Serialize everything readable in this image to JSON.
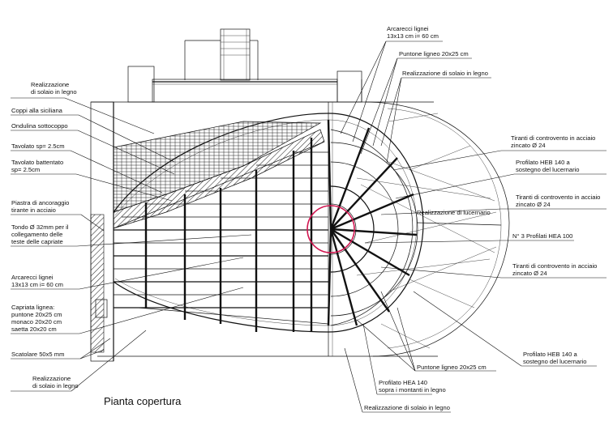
{
  "drawing_title": "Pianta copertura",
  "colors": {
    "ink": "#111111",
    "accent_circle": "#d0144f",
    "background": "#ffffff"
  },
  "labels_left": [
    {
      "lines": [
        "Realizzazione",
        "di solaio in legno"
      ]
    },
    {
      "lines": [
        "Coppi alla siciliana"
      ]
    },
    {
      "lines": [
        "Ondulina sottocoppo"
      ]
    },
    {
      "lines": [
        "Tavolato sp= 2.5cm"
      ]
    },
    {
      "lines": [
        "Tavolato battentato",
        "sp= 2.5cm"
      ]
    },
    {
      "lines": [
        "Piastra di ancoraggio",
        "tirante in acciaio"
      ]
    },
    {
      "lines": [
        "Tondo Ø 32mm per il",
        "collegamento delle",
        "teste delle capriate"
      ]
    },
    {
      "lines": [
        "Arcarecci lignei",
        "13x13 cm  i= 60 cm"
      ]
    },
    {
      "lines": [
        "Capriata lignea:",
        "puntone 20x25 cm",
        "monaco 20x20 cm",
        "saetta 20x20 cm"
      ]
    },
    {
      "lines": [
        "Scatolare 50x5 mm"
      ]
    },
    {
      "lines": [
        "Realizzazione",
        "di solaio in legno"
      ]
    }
  ],
  "labels_top": [
    {
      "lines": [
        "Arcarecci lignei",
        "13x13 cm  i= 60 cm"
      ]
    },
    {
      "lines": [
        "Puntone ligneo 20x25 cm"
      ]
    },
    {
      "lines": [
        "Realizzazione di solaio in legno"
      ]
    }
  ],
  "labels_right": [
    {
      "lines": [
        "Tiranti di controvento in acciaio",
        "zincato Ø 24"
      ]
    },
    {
      "lines": [
        "Profilato HEB 140 a",
        "sostegno del lucernario"
      ]
    },
    {
      "lines": [
        "Tiranti di controvento in acciaio",
        "zincato Ø 24"
      ]
    },
    {
      "lines": [
        "N° 3 Profilati HEA 100"
      ]
    },
    {
      "lines": [
        "Tiranti di controvento in acciaio",
        "zincato Ø 24"
      ]
    },
    {
      "lines": [
        "Profilato HEB 140 a",
        "sostegno del lucernario"
      ]
    }
  ],
  "labels_inner": [
    {
      "lines": [
        "Realizzazione di lucernario"
      ]
    }
  ],
  "labels_bottom": [
    {
      "lines": [
        "Puntone ligneo 20x25 cm"
      ]
    },
    {
      "lines": [
        "Profilato HEA 140",
        "sopra i montanti in legno"
      ]
    },
    {
      "lines": [
        "Realizzazione di solaio in legno"
      ]
    }
  ]
}
